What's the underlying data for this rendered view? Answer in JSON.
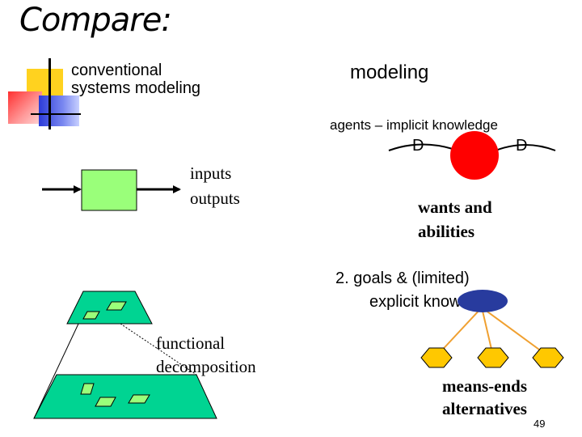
{
  "slide": {
    "title": "Compare:",
    "left_heading_line1": "conventional",
    "left_heading_line2": "systems modeling",
    "right_heading": "modeling",
    "agents_label": "agents – implicit knowledge",
    "d_left": "D",
    "d_right": "D",
    "inputs": "inputs",
    "outputs": "outputs",
    "wants_line1": "wants and",
    "wants_line2": "abilities",
    "goals_line1": "2.  goals & (limited)",
    "goals_line2": "explicit knowledge",
    "functional_line1": "functional",
    "functional_line2": "decomposition",
    "means_line1": "means-ends",
    "means_line2": "alternatives",
    "page_number": "49"
  },
  "colors": {
    "deco_yellow": "#ffd21f",
    "deco_red": "#ff3c3c",
    "deco_blue": "#2b3bd8",
    "box_green": "#9aff7a",
    "trapezoid_teal": "#00d492",
    "agent_red": "#ff0000",
    "goal_navy": "#283b9e",
    "hex_yellow": "#ffc800",
    "branch_orange": "#f0a030"
  }
}
